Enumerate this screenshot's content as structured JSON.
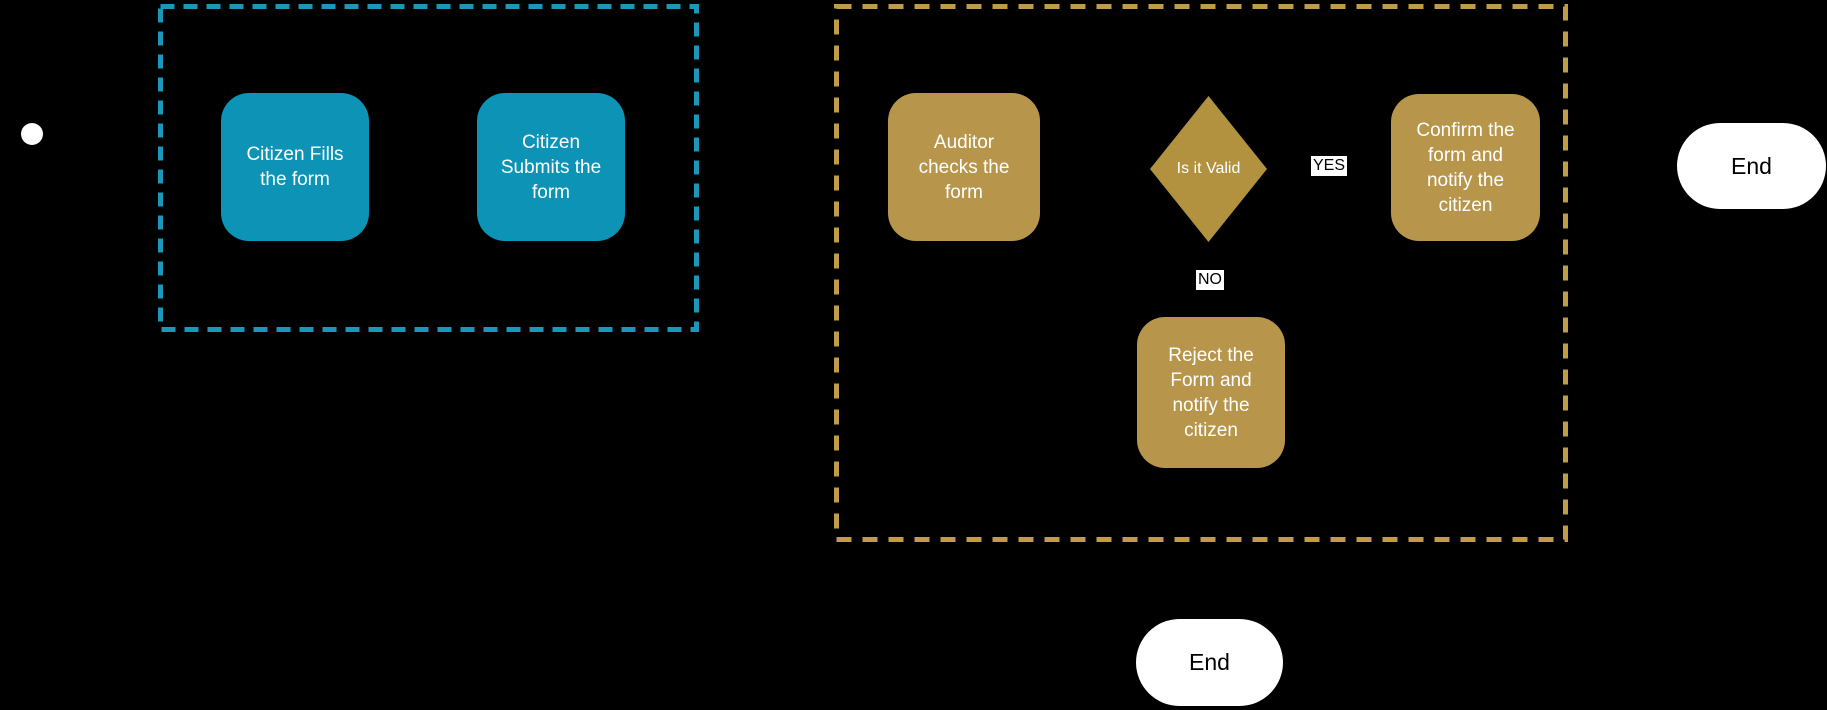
{
  "canvas": {
    "background": "#000000"
  },
  "colors": {
    "canvas_bg": "#000000",
    "citizen_fill": "#0d93b5",
    "citizen_dash": "#1a97b9",
    "auditor_fill": "#b7964b",
    "decision_fill": "#b2923f",
    "auditor_dash": "#c09c48",
    "terminal_fill": "#ffffff",
    "terminal_text": "#000000",
    "node_text": "#ffffff",
    "edge_label_bg": "#ffffff",
    "edge_label_text": "#000000",
    "start_fill": "#ffffff"
  },
  "nodes": {
    "citizen_fills": {
      "label": "Citizen Fills the form",
      "lines": [
        "Citizen Fills",
        "the form"
      ]
    },
    "citizen_submits": {
      "label": "Citizen Submits the form",
      "lines": [
        "Citizen",
        "Submits the",
        "form"
      ]
    },
    "auditor_checks": {
      "label": "Auditor checks the form",
      "lines": [
        "Auditor",
        "checks the",
        "form"
      ]
    },
    "is_it_valid": {
      "label": "Is it Valid"
    },
    "confirm_notify": {
      "label": "Confirm the form and notify the citizen",
      "lines": [
        "Confirm the",
        "form and",
        "notify the",
        "citizen"
      ]
    },
    "reject_notify": {
      "label": "Reject the Form and notify the citizen",
      "lines": [
        "Reject the",
        "Form and",
        "notify the",
        "citizen"
      ]
    },
    "end_right": {
      "label": "End"
    },
    "end_bottom": {
      "label": "End"
    }
  },
  "edge_labels": {
    "yes": "YES",
    "no": "NO"
  }
}
